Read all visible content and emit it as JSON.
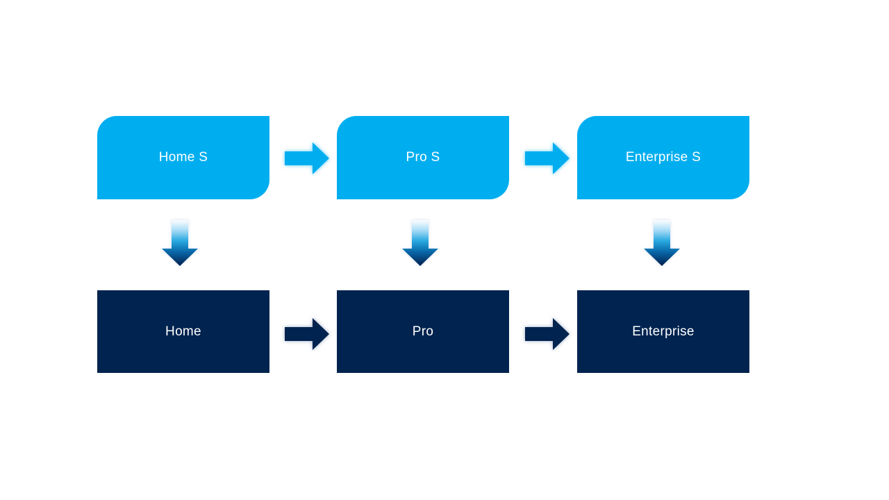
{
  "diagram": {
    "background": "#FFFFFF",
    "colors": {
      "source_box_fill": "#00AEEF",
      "target_box_fill": "#00234F",
      "label_text": "#FFFFFF",
      "top_arrow_fill": "#00AEEF",
      "bottom_arrow_fill": "#00234F",
      "down_arrow_gradient_top": "#FDFEFF",
      "down_arrow_gradient_mid": "#29A9E0",
      "down_arrow_gradient_bottom": "#001F4D"
    },
    "columns": [
      {
        "source": {
          "label": "Home S"
        },
        "target": {
          "label": "Home"
        }
      },
      {
        "source": {
          "label": "Pro S"
        },
        "target": {
          "label": "Pro"
        }
      },
      {
        "source": {
          "label": "Enterprise S"
        },
        "target": {
          "label": "Enterprise"
        }
      }
    ],
    "icons": {
      "horizontal_connector": "right-arrow-icon",
      "vertical_connector": "down-arrow-icon"
    }
  }
}
